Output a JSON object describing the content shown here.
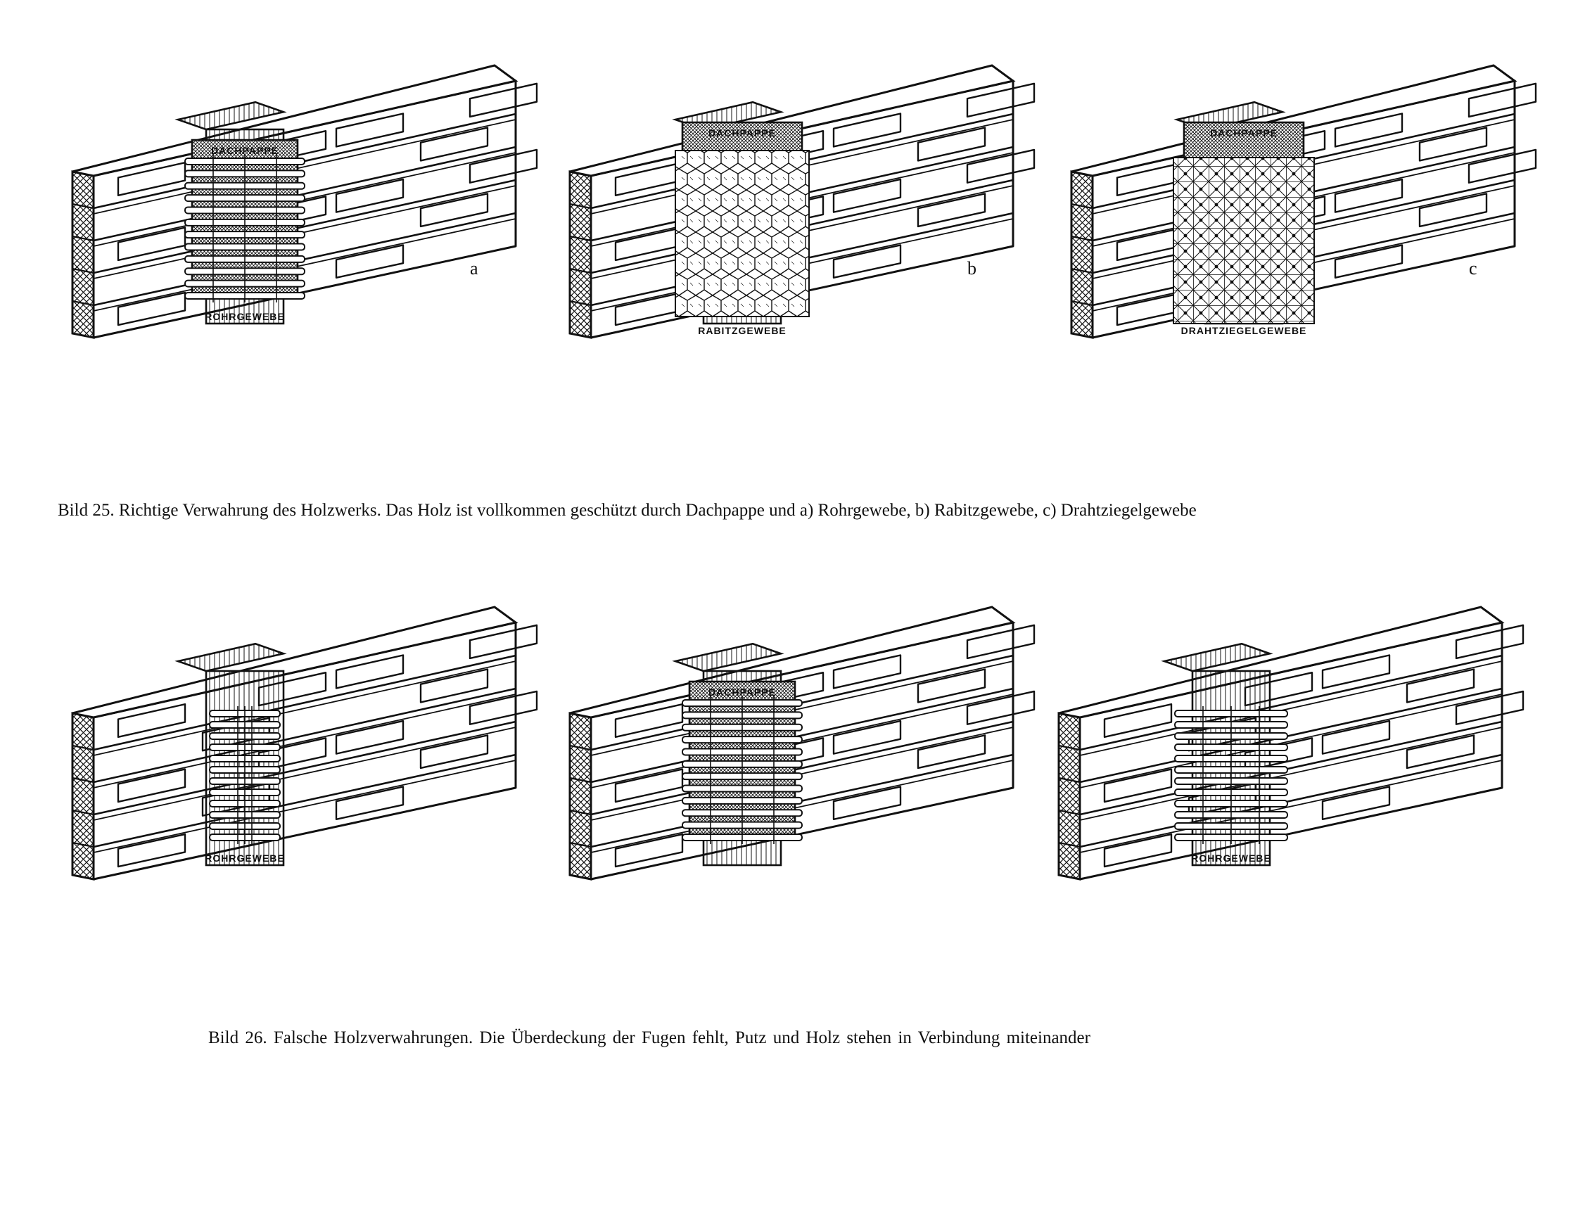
{
  "figure_25": {
    "caption": "Bild 25. Richtige Verwahrung des Holzwerks. Das Holz ist vollkommen geschützt durch Dachpappe und a) Rohrgewebe, b) Rabitzgewebe, c) Drahtziegelgewebe",
    "panels": [
      {
        "letter": "a",
        "mesh": "reed",
        "felt": true,
        "top_label": "DACHPAPPE",
        "bottom_label": "ROHRGEWEBE"
      },
      {
        "letter": "b",
        "mesh": "rabitz",
        "felt": true,
        "top_label": "DACHPAPPE",
        "bottom_label": "RABITZGEWEBE"
      },
      {
        "letter": "c",
        "mesh": "wire",
        "felt": true,
        "top_label": "DACHPAPPE",
        "bottom_label": "DRAHTZIEGELGEWEBE"
      }
    ]
  },
  "figure_26": {
    "caption": "Bild 26. Falsche Holzverwahrungen. Die Überdeckung der Fugen fehlt, Putz und Holz stehen in Verbindung miteinander",
    "panels": [
      {
        "letter": "",
        "mesh": "reed-narrow",
        "felt": false,
        "top_label": "",
        "bottom_label": "ROHRGEWEBE"
      },
      {
        "letter": "",
        "mesh": "reed-felt",
        "felt": true,
        "top_label": "DACHPAPPE",
        "bottom_label": ""
      },
      {
        "letter": "",
        "mesh": "reed-wide",
        "felt": false,
        "top_label": "",
        "bottom_label": "ROHRGEWEBE"
      }
    ]
  },
  "colors": {
    "ink": "#111111",
    "paper": "#ffffff"
  }
}
